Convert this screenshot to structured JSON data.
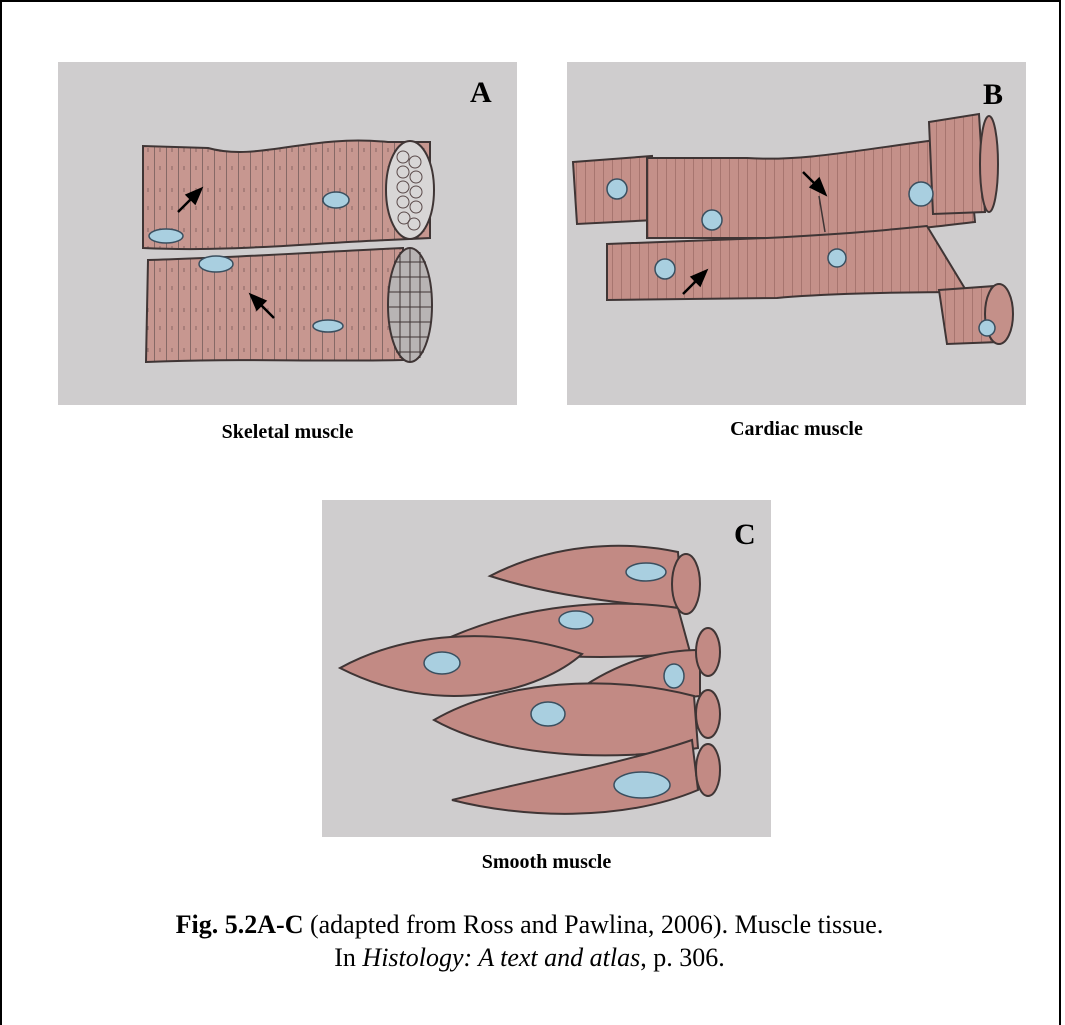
{
  "panels": [
    {
      "letter": "A",
      "caption": "Skeletal muscle"
    },
    {
      "letter": "B",
      "caption": "Cardiac muscle"
    },
    {
      "letter": "C",
      "caption": "Smooth muscle"
    }
  ],
  "figure_caption": {
    "label": "Fig. 5.2A-C",
    "text_1": " (adapted from Ross and Pawlina, 2006). Muscle tissue.",
    "prefix_2": "In ",
    "book_title": "Histology: A text and atlas",
    "suffix_2": ", p. 306."
  },
  "colors": {
    "paper": "#cfcdce",
    "muscle": "#c28a84",
    "stroke": "#4a3f3f",
    "nucleus": "#a9cfe0",
    "nucleus_stroke": "#3a4f5f"
  }
}
